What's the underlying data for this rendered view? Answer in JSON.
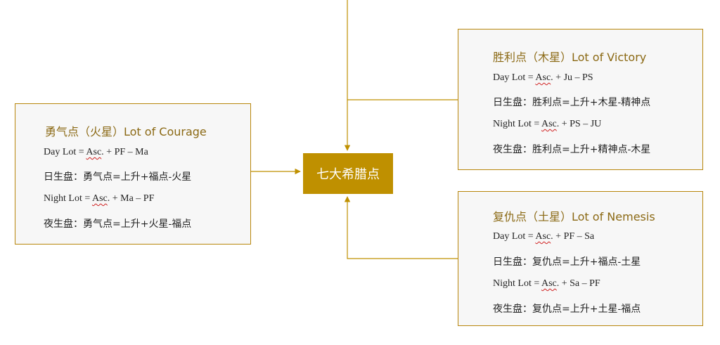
{
  "colors": {
    "accent": "#bf9000",
    "border": "#b8860b",
    "title_text": "#8b6914",
    "card_bg": "#f7f7f7",
    "spellcheck_underline": "#d02020"
  },
  "center": {
    "label": "七大希腊点"
  },
  "cards": {
    "courage": {
      "title": "勇气点（火星）Lot of Courage",
      "day_prefix": "Day Lot = ",
      "day_asc": "Asc",
      "day_rest": ". + PF – Ma",
      "day_cn": "日生盘：勇气点=上升+福点-火星",
      "night_prefix": "Night Lot = ",
      "night_asc": "Asc",
      "night_rest": ". + Ma – PF",
      "night_cn": "夜生盘：勇气点=上升+火星-福点"
    },
    "victory": {
      "title": "胜利点（木星）Lot of Victory",
      "day_prefix": "Day Lot = ",
      "day_asc": "Asc",
      "day_rest": ". + Ju – PS",
      "day_cn": "日生盘：胜利点=上升+木星-精神点",
      "night_prefix": "Night Lot = ",
      "night_asc": "Asc",
      "night_rest": ". + PS – JU",
      "night_cn": "夜生盘：胜利点=上升+精神点-木星"
    },
    "nemesis": {
      "title": "复仇点（土星）Lot of Nemesis",
      "day_prefix": "Day Lot = ",
      "day_asc": "Asc",
      "day_rest": ". + PF – Sa",
      "day_cn": "日生盘：复仇点=上升+福点-土星",
      "night_prefix": "Night Lot = ",
      "night_asc": "Asc",
      "night_rest": ". + Sa – PF",
      "night_cn": "夜生盘：复仇点=上升+土星-福点"
    }
  }
}
